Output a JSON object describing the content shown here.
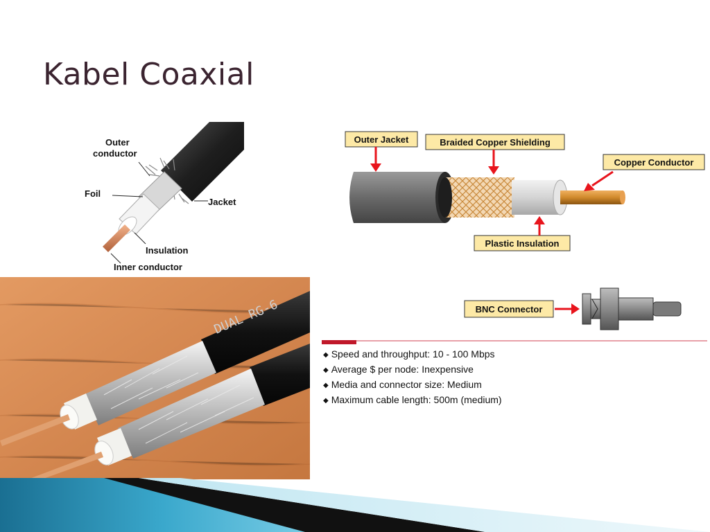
{
  "slide": {
    "title": "Kabel Coaxial"
  },
  "left_diagram": {
    "labels": {
      "outer_conductor_line1": "Outer",
      "outer_conductor_line2": "conductor",
      "foil": "Foil",
      "jacket": "Jacket",
      "insulation": "Insulation",
      "inner_conductor": "Inner conductor"
    }
  },
  "photo": {
    "cable_print": "DUAL RG-6"
  },
  "right_diagram": {
    "labels": {
      "outer_jacket": "Outer Jacket",
      "braided_shielding": "Braided Copper Shielding",
      "copper_conductor": "Copper Conductor",
      "plastic_insulation": "Plastic Insulation"
    },
    "label_fill": "#fde9a6",
    "arrow_color": "#e8141c"
  },
  "bnc": {
    "label": "BNC Connector"
  },
  "specs": {
    "bullet": "◆",
    "items": [
      "Speed and throughput:  10 - 100 Mbps",
      "Average $ per node:  Inexpensive",
      "Media and connector size:  Medium",
      "Maximum cable length:  500m (medium)"
    ],
    "accent_color": "#c0182a"
  }
}
